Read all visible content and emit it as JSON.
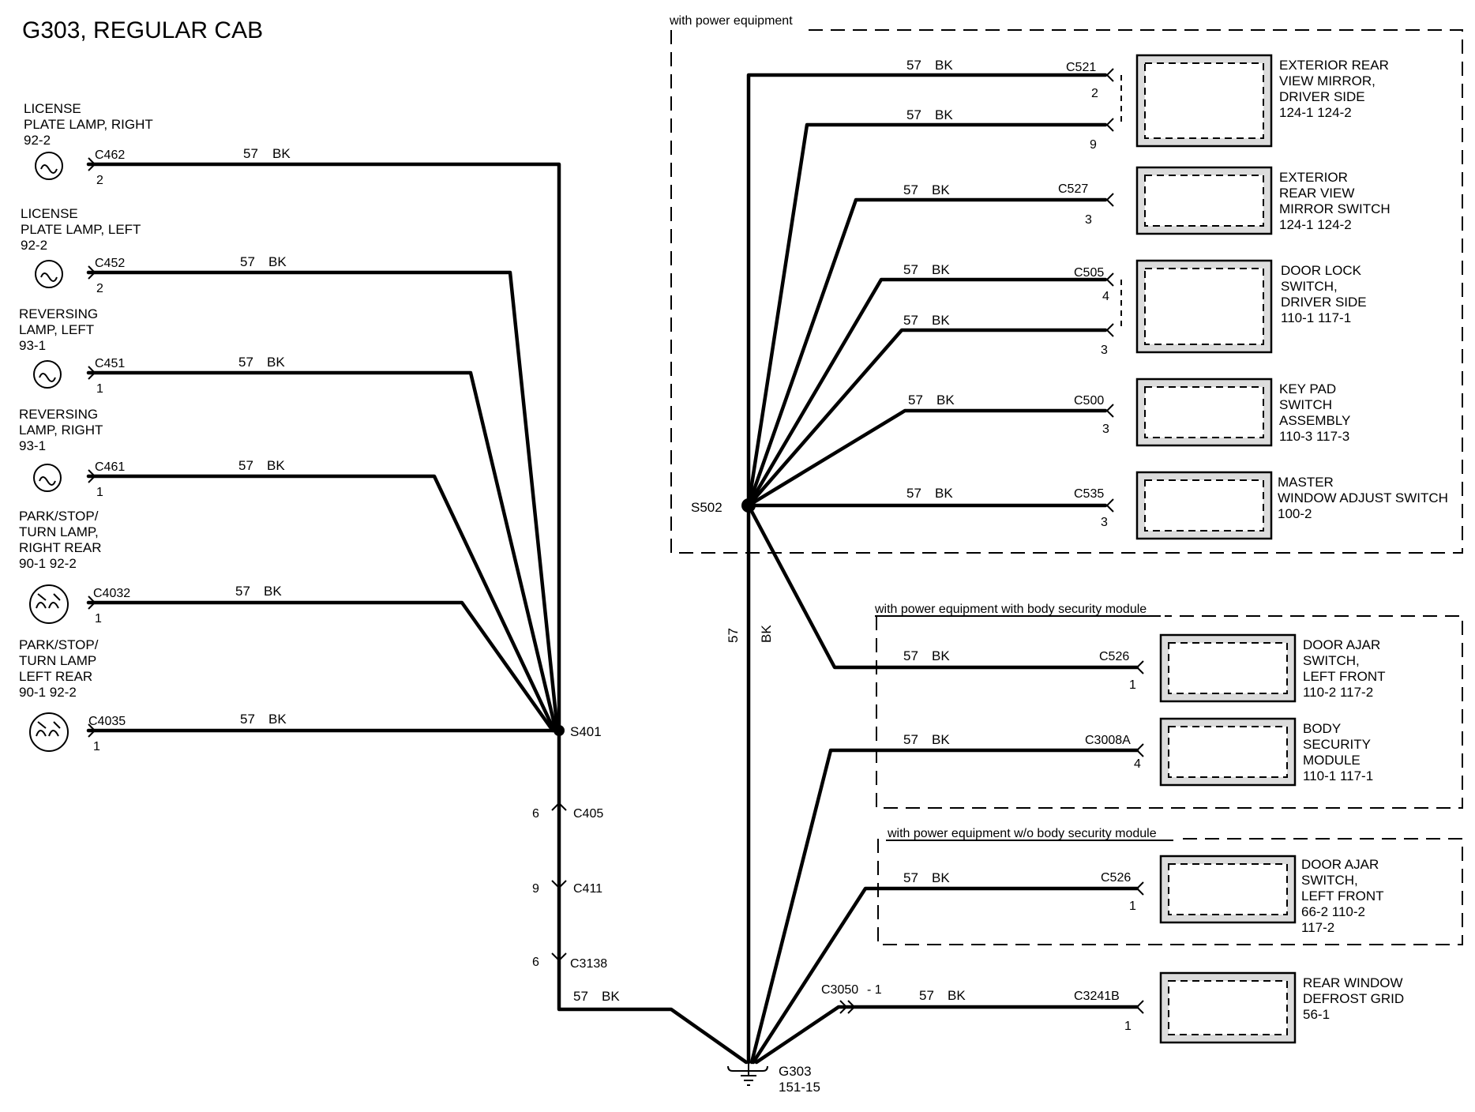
{
  "title": "G303, REGULAR CAB",
  "conditions": {
    "power_equipment": "with power equipment",
    "with_bsm": "with power equipment with body security module",
    "without_bsm": "with power equipment w/o body security module"
  },
  "splices": {
    "s401": "S401",
    "s502": "S502"
  },
  "ground": {
    "name": "G303",
    "ref": "151-15"
  },
  "inline_connectors": [
    {
      "pin": "6",
      "name": "C405"
    },
    {
      "pin": "9",
      "name": "C411"
    },
    {
      "pin": "6",
      "name": "C3138"
    }
  ],
  "wire_label": {
    "circuit": "57",
    "color": "BK"
  },
  "defrost_inline": {
    "name": "C3050",
    "pin": "- 1"
  },
  "left_components": [
    {
      "lines": [
        "LICENSE",
        "PLATE LAMP,    RIGHT",
        "92-2"
      ],
      "connector": "C462",
      "pin": "2",
      "icon": "bulb"
    },
    {
      "lines": [
        "LICENSE",
        "PLATE LAMP,    LEFT",
        "92-2"
      ],
      "connector": "C452",
      "pin": "2",
      "icon": "bulb"
    },
    {
      "lines": [
        "REVERSING",
        "LAMP,  LEFT",
        "93-1"
      ],
      "connector": "C451",
      "pin": "1",
      "icon": "bulb"
    },
    {
      "lines": [
        "REVERSING",
        "LAMP,  RIGHT",
        "93-1"
      ],
      "connector": "C461",
      "pin": "1",
      "icon": "bulb"
    },
    {
      "lines": [
        "PARK/STOP/",
        "TURN LAMP,",
        "RIGHT REAR",
        "90-1     92-2"
      ],
      "connector": "C4032",
      "pin": "1",
      "icon": "dual-bulb"
    },
    {
      "lines": [
        "PARK/STOP/",
        "TURN LAMP",
        "LEFT REAR",
        "90-1     92-2"
      ],
      "connector": "C4035",
      "pin": "1",
      "icon": "dual-bulb"
    }
  ],
  "right_components": [
    {
      "lines": [
        "EXTERIOR REAR",
        "VIEW MIRROR,",
        "DRIVER SIDE",
        "124-1      124-2"
      ],
      "connector": "C521",
      "pins": [
        "2",
        "9"
      ]
    },
    {
      "lines": [
        "EXTERIOR",
        "REAR VIEW",
        "MIRROR SWITCH",
        "124-1      124-2"
      ],
      "connector": "C527",
      "pins": [
        "3"
      ]
    },
    {
      "lines": [
        "DOOR LOCK",
        "SWITCH,",
        "DRIVER SIDE",
        "110-1      117-1"
      ],
      "connector": "C505",
      "pins": [
        "4",
        "3"
      ]
    },
    {
      "lines": [
        "KEY PAD",
        "SWITCH",
        "ASSEMBLY",
        "110-3      117-3"
      ],
      "connector": "C500",
      "pins": [
        "3"
      ]
    },
    {
      "lines": [
        "MASTER",
        "WINDOW  ADJUST SWITCH",
        "100-2"
      ],
      "connector": "C535",
      "pins": [
        "3"
      ]
    },
    {
      "lines": [
        "DOOR AJAR",
        "SWITCH,",
        "LEFT FRONT",
        "110-2      117-2"
      ],
      "connector": "C526",
      "pins": [
        "1"
      ]
    },
    {
      "lines": [
        "BODY",
        "SECURITY",
        "MODULE",
        "110-1      117-1"
      ],
      "connector": "C3008A",
      "pins": [
        "4"
      ]
    },
    {
      "lines": [
        "DOOR AJAR",
        "SWITCH,",
        "LEFT FRONT",
        "66-2      110-2",
        "117-2"
      ],
      "connector": "C526",
      "pins": [
        "1"
      ]
    },
    {
      "lines": [
        "REAR  WINDOW",
        "DEFROST GRID",
        "56-1"
      ],
      "connector": "C3241B",
      "pins": [
        "1"
      ]
    }
  ]
}
